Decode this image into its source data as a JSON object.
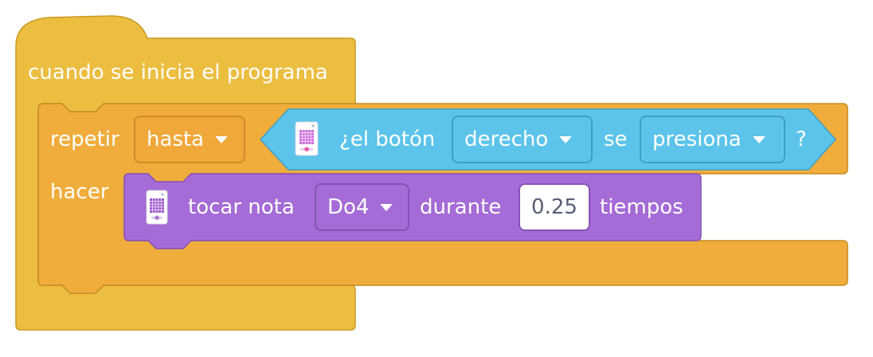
{
  "hat_block": {
    "label": "cuando se inicia el programa",
    "color": "#ecbe40"
  },
  "repeat_block": {
    "label": "repetir",
    "mode": "hasta",
    "do_label": "hacer",
    "color": "#f0ad3c"
  },
  "condition_block": {
    "prefix": "¿el botón",
    "button": "derecho",
    "middle": "se",
    "state": "presiona",
    "suffix": "?",
    "color": "#5cc4ea",
    "icon": "hub-icon"
  },
  "play_note_block": {
    "label": "tocar nota",
    "note": "Do4",
    "during_label": "durante",
    "duration": "0.25",
    "unit_label": "tiempos",
    "color": "#a56bd6",
    "icon": "hub-icon"
  }
}
